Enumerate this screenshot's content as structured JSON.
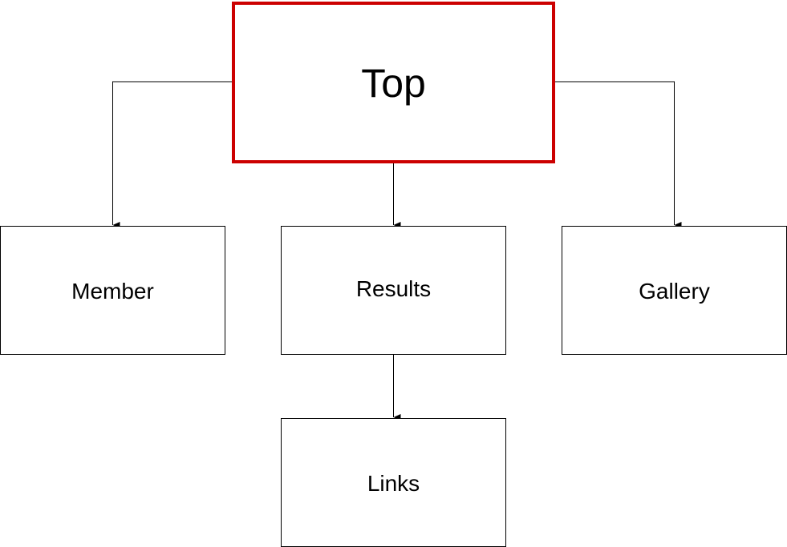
{
  "diagram": {
    "nodes": [
      {
        "id": "top",
        "label": "Top",
        "border_color": "#cc0000"
      },
      {
        "id": "member",
        "label": "Member",
        "border_color": "#000000"
      },
      {
        "id": "results",
        "label": "Results",
        "border_color": "#000000"
      },
      {
        "id": "gallery",
        "label": "Gallery",
        "border_color": "#000000"
      },
      {
        "id": "links",
        "label": "Links",
        "border_color": "#000000"
      }
    ],
    "edges": [
      {
        "from": "top",
        "to": "member"
      },
      {
        "from": "top",
        "to": "results"
      },
      {
        "from": "top",
        "to": "gallery"
      },
      {
        "from": "results",
        "to": "links"
      }
    ]
  }
}
